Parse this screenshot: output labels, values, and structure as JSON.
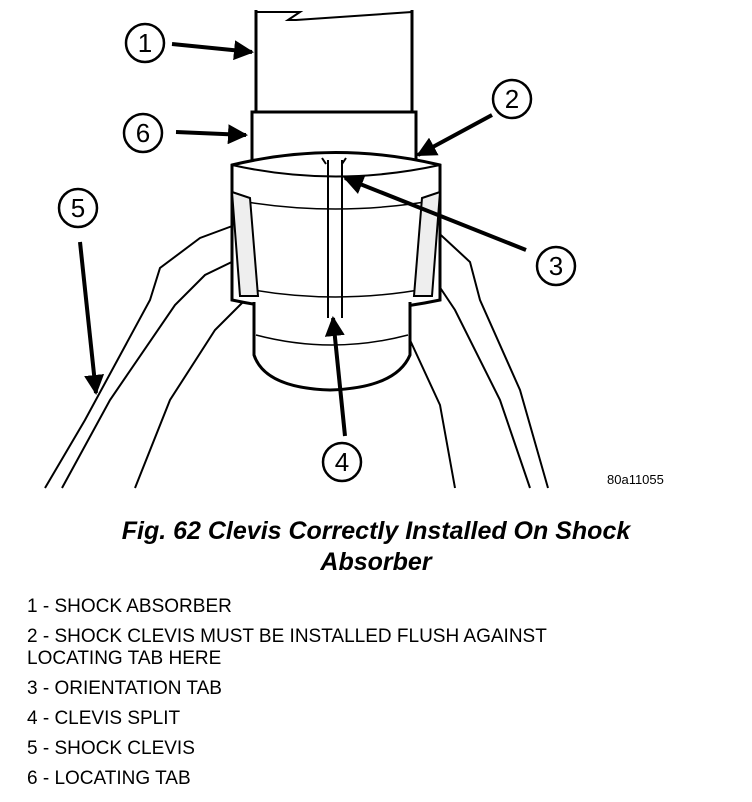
{
  "figure": {
    "code": "80a11055",
    "callouts": [
      "1",
      "2",
      "3",
      "4",
      "5",
      "6"
    ]
  },
  "caption": {
    "line1": "Fig. 62 Clevis Correctly Installed On Shock",
    "line2": "Absorber"
  },
  "legend": [
    {
      "text": "1 - SHOCK ABSORBER"
    },
    {
      "line1": "2 - SHOCK CLEVIS MUST BE INSTALLED FLUSH AGAINST",
      "line2": "LOCATING TAB HERE"
    },
    {
      "text": "3 - ORIENTATION TAB"
    },
    {
      "text": "4 - CLEVIS SPLIT"
    },
    {
      "text": "5 - SHOCK CLEVIS"
    },
    {
      "text": "6 - LOCATING TAB"
    }
  ]
}
